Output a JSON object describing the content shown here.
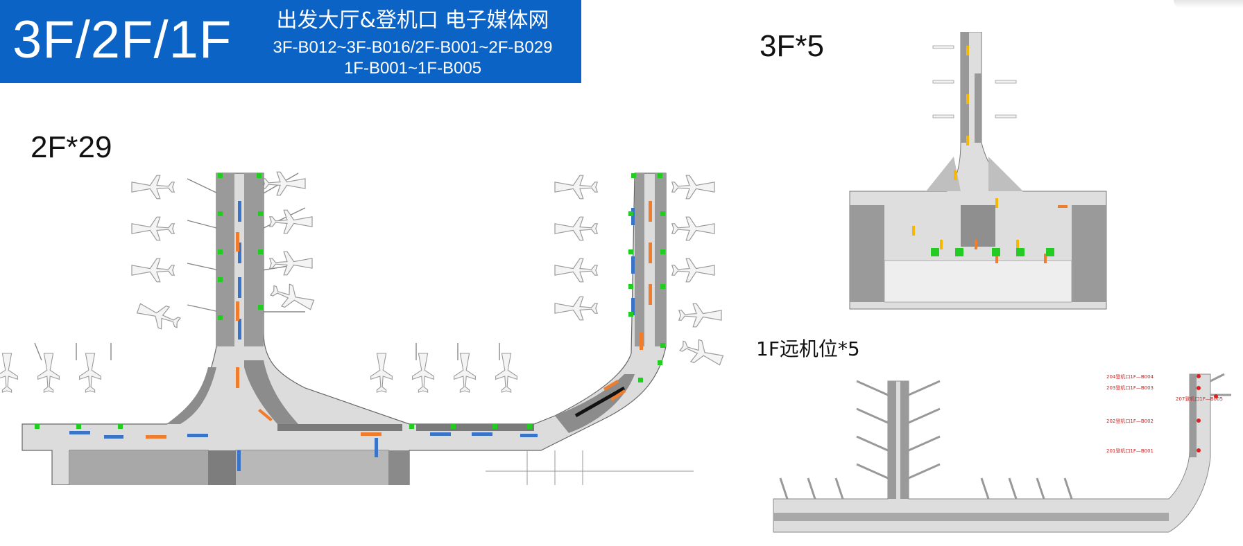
{
  "header": {
    "floors": "3F/2F/1F",
    "title": "出发大厅&登机口 电子媒体网",
    "code_line1": "3F-B012~3F-B016/2F-B001~2F-B029",
    "code_line2": "1F-B001~1F-B005"
  },
  "maps": {
    "floor2": {
      "label": "2F*29"
    },
    "floor3": {
      "label": "3F*5"
    },
    "floor1": {
      "label": "1F远机位*5",
      "gate_labels": [
        "204登机口1F—B004",
        "203登机口1F—B003",
        "202登机口1F—B002",
        "201登机口1F—B001",
        "207登机口1F—B005"
      ]
    }
  },
  "colors": {
    "header_bg": "#0b63c6",
    "media_point": "#22cc22",
    "arrow_blue": "#3a74c9",
    "arrow_orange": "#ef7d2d",
    "arrow_yellow": "#f5b700",
    "remote_point": "#e02020",
    "building_dark": "#8c8c8c",
    "building_light": "#d9d9d9"
  }
}
